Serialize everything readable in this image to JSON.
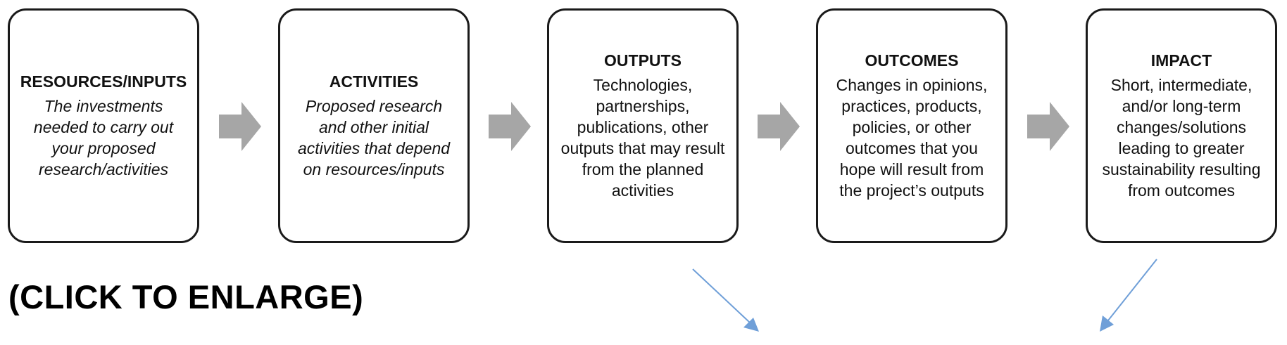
{
  "boxes": [
    {
      "title": "RESOURCES/INPUTS",
      "body": "The investments needed to carry out your proposed research/activities",
      "italic": true
    },
    {
      "title": "ACTIVITIES",
      "body": "Proposed research and other initial activities that depend on resources/inputs",
      "italic": true
    },
    {
      "title": "OUTPUTS",
      "body": "Technologies, partnerships, publications, other outputs that may result from the planned activities",
      "italic": false
    },
    {
      "title": "OUTCOMES",
      "body": "Changes in opinions, practices, products, policies, or other outcomes that you hope will result from the project’s outputs",
      "italic": false
    },
    {
      "title": "IMPACT",
      "body": "Short, intermediate, and/or long-term changes/solutions leading to greater sustainability resulting from outcomes",
      "italic": false
    }
  ],
  "enlarge_link": "(CLICK TO ENLARGE)",
  "colors": {
    "box_border": "#1a1a1a",
    "flow_arrow": "#a6a6a6",
    "pointer_arrow": "#6f9fd8"
  }
}
